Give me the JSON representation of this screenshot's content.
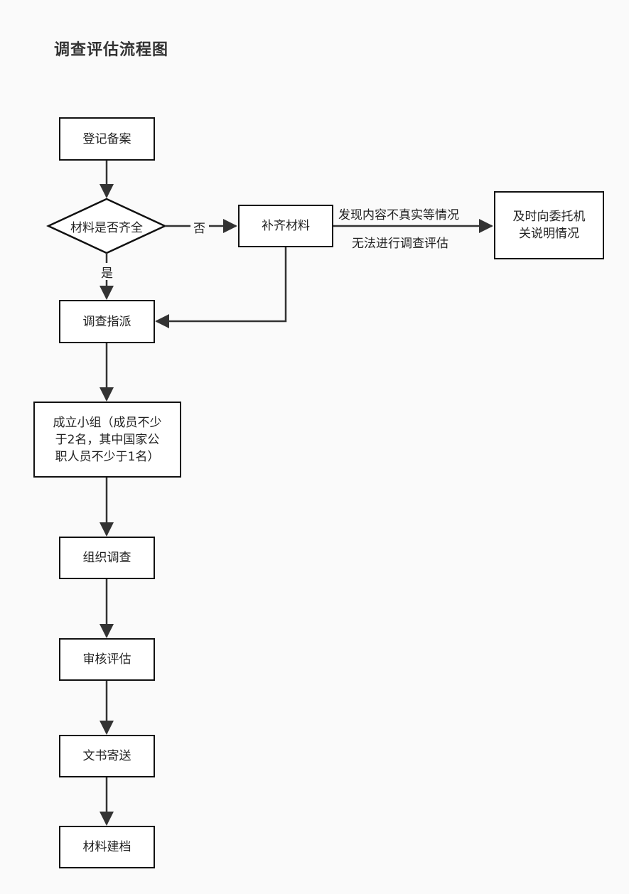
{
  "title": "调查评估流程图",
  "nodes": {
    "register": "登记备案",
    "materials_complete": "材料是否齐全",
    "supplement": "补齐材料",
    "notify": [
      "及时向委托机",
      "关说明情况"
    ],
    "assign": "调查指派",
    "team": [
      "成立小组（成员不少",
      "于2名，其中国家公",
      "职人员不少于1名）"
    ],
    "investigate": "组织调查",
    "review": "审核评估",
    "deliver": "文书寄送",
    "archive": "材料建档"
  },
  "edges": {
    "no_label": "否",
    "yes_label": "是",
    "issue_label_top": "发现内容不真实等情况",
    "issue_label_bottom": "无法进行调查评估"
  },
  "colors": {
    "line": "#333333",
    "border": "#111111",
    "background": "#fafafa",
    "box_fill": "#ffffff"
  }
}
